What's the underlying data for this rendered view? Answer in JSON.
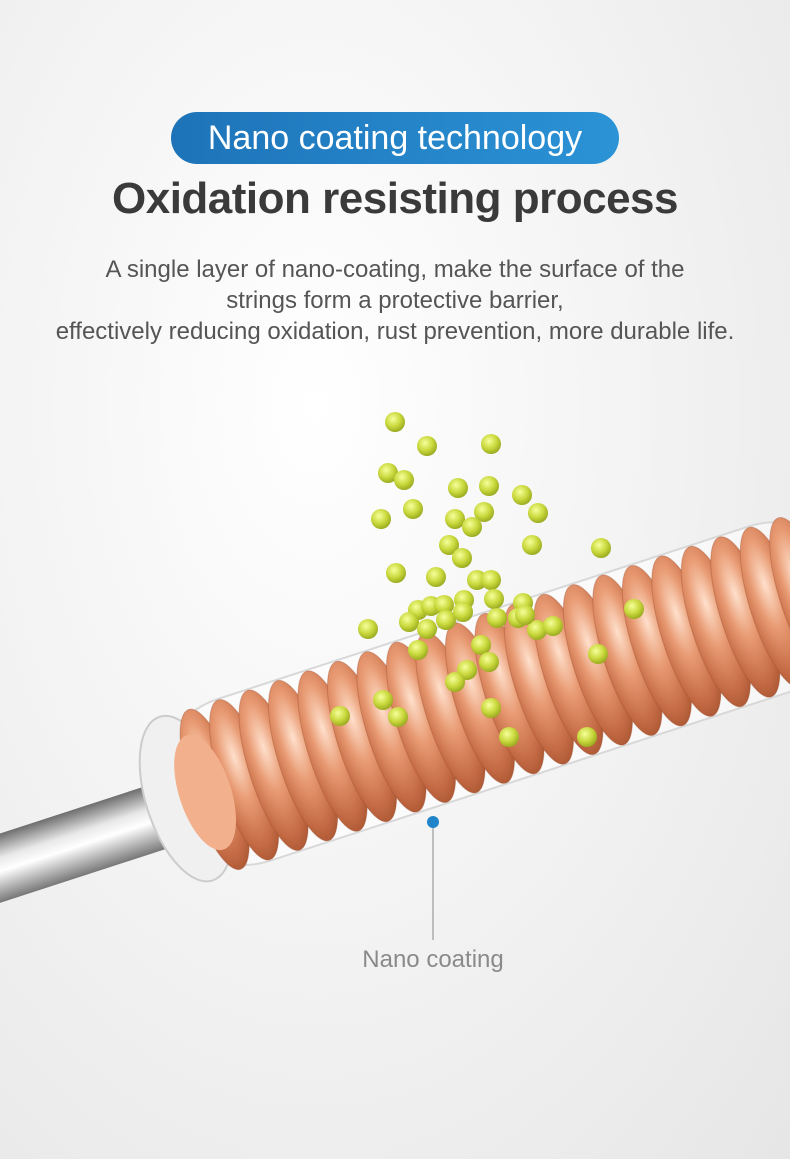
{
  "badge": {
    "text": "Nano coating technology",
    "color": "#2284c8"
  },
  "headline": "Oxidation resisting process",
  "description": {
    "lines": [
      "A single layer of nano-coating, make the surface of the",
      "strings form a protective barrier,",
      "effectively reducing oxidation, rust prevention, more durable life."
    ]
  },
  "illustration": {
    "string_color": "#d98a62",
    "particle_color": "#c7d63a",
    "callout_label": "Nano coating"
  }
}
